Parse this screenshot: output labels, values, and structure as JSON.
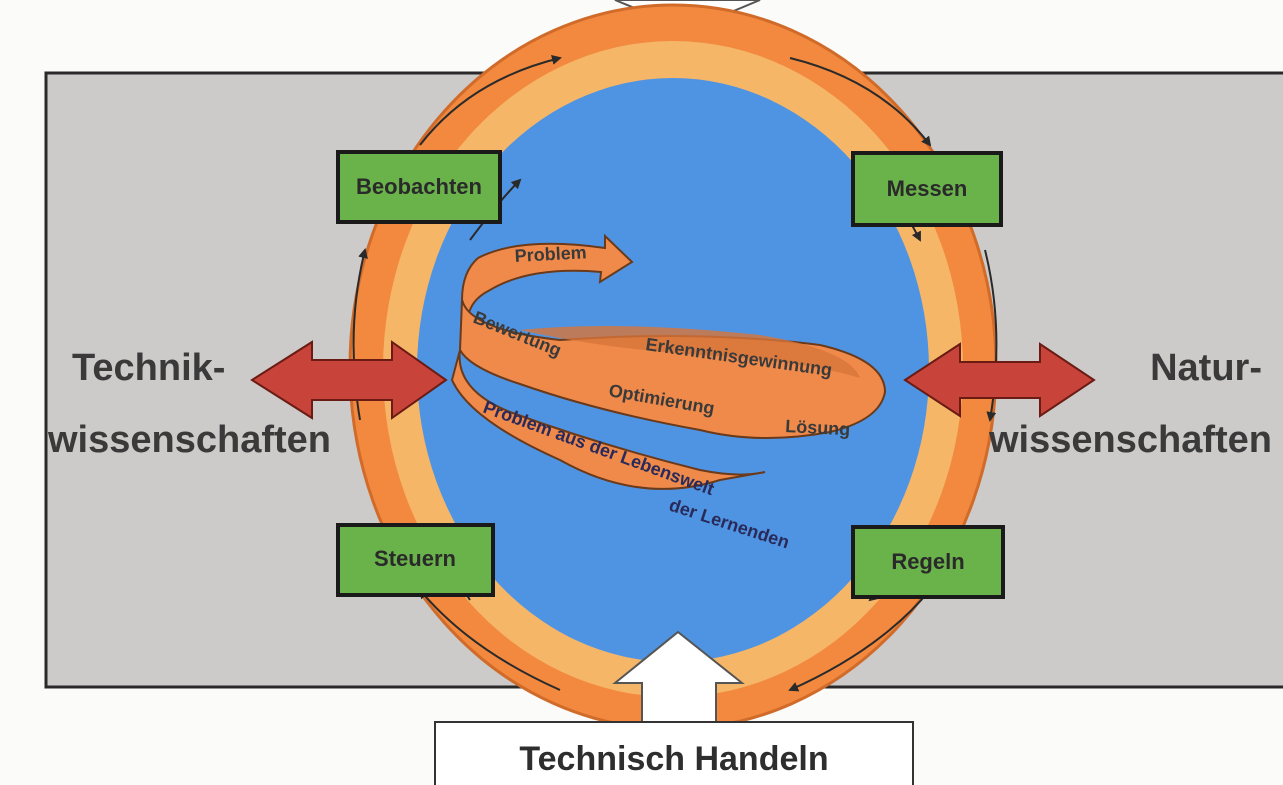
{
  "diagram": {
    "left_label": {
      "line1": "Technik-",
      "line2": "wissenschaften"
    },
    "right_label": {
      "line1": "Natur-",
      "line2": "wissenschaften"
    },
    "boxes": {
      "top_left": "Beobachten",
      "top_right": "Messen",
      "bottom_left": "Steuern",
      "bottom_right": "Regeln"
    },
    "spiral": {
      "problem": "Problem",
      "bewertung": "Bewertung",
      "erkenntnis": "Erkenntnisgewinnung",
      "optimierung": "Optimierung",
      "loesung": "Lösung",
      "problem_lebenswelt": "Problem aus der Lebenswelt",
      "der_lernenden": "der Lernenden"
    },
    "bottom_label": "Technisch Handeln",
    "colors": {
      "background": "#fbfbf9",
      "panel": "#cdcaca",
      "outer_ring": "#f2893f",
      "inner_ring": "#f5b668",
      "core": "#4f94e2",
      "box": "#6ab34b",
      "double_arrow": "#c8443a",
      "spiral_band": "#f08a4a"
    }
  }
}
